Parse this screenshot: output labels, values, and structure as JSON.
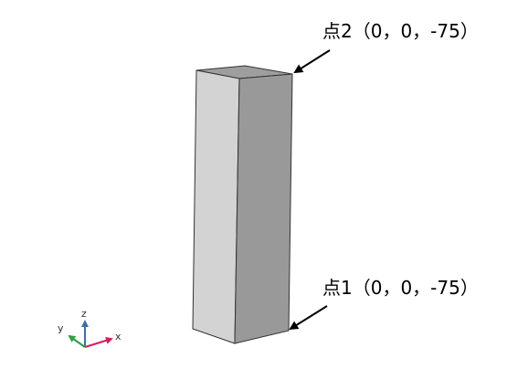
{
  "annotations": {
    "point2": "点2（0，0，-75）",
    "point1": "点1（0，0，-75）"
  },
  "axes": {
    "x": "x",
    "y": "y",
    "z": "z",
    "colors": {
      "x": "#d81b60",
      "y": "#2e9e3e",
      "z": "#3b6fb0"
    }
  },
  "block": {
    "colors": {
      "top": "#9e9e9e",
      "front": "#d3d3d3",
      "side": "#999999",
      "edge": "#333333"
    }
  }
}
